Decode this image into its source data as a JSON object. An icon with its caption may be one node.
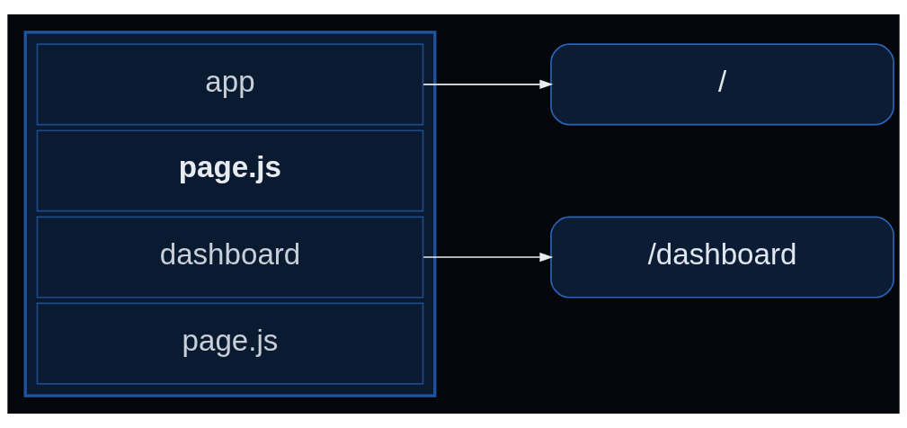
{
  "diagram": {
    "nodes": [
      {
        "text": [],
        "shape": "box"
      },
      {
        "text": [
          "app"
        ],
        "in": 0
      },
      {
        "text": [
          "page.js"
        ],
        "in": 0
      },
      {
        "text": [
          "dashboard"
        ],
        "in": 0
      },
      {
        "text": [
          "page.js"
        ],
        "in": 0
      },
      {
        "text": [
          "/"
        ]
      },
      {
        "text": [
          "/dashboard"
        ]
      }
    ],
    "edges": [
      {
        "from": 1,
        "to": 5,
        "arrow": "to"
      },
      {
        "from": 3,
        "to": 6,
        "arrow": "to"
      }
    ]
  }
}
